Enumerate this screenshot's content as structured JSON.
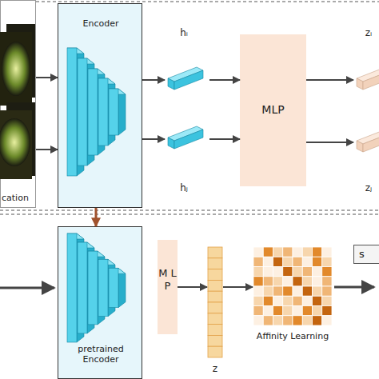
{
  "diagram": {
    "nodes": [
      {
        "text": [
          "cation"
        ]
      },
      {
        "text": [
          "Encoder"
        ]
      },
      {
        "text": [
          "hᵢ"
        ]
      },
      {
        "text": [
          "hⱼ"
        ]
      },
      {
        "text": [
          "MLP"
        ]
      },
      {
        "text": [
          "zᵢ"
        ]
      },
      {
        "text": [
          "zⱼ"
        ]
      },
      {
        "text": [
          "pretrained Encoder"
        ]
      },
      {
        "text": [
          "M L P"
        ]
      },
      {
        "text": [
          "z"
        ]
      },
      {
        "text": [
          "Affinity Learning"
        ]
      },
      {
        "text": [
          "s"
        ]
      }
    ],
    "edges": [
      {
        "from": 0,
        "to": 1,
        "arrow": "to"
      },
      {
        "from": 0,
        "to": 1,
        "arrow": "to"
      },
      {
        "from": 1,
        "to": 2,
        "arrow": "to"
      },
      {
        "from": 1,
        "to": 3,
        "arrow": "to"
      },
      {
        "from": 2,
        "to": 4,
        "arrow": "to"
      },
      {
        "from": 3,
        "to": 4,
        "arrow": "to"
      },
      {
        "from": 4,
        "to": 5,
        "arrow": "to"
      },
      {
        "from": 4,
        "to": 6,
        "arrow": "to"
      },
      {
        "from": 1,
        "to": 7,
        "arrow": "to"
      },
      {
        "from": 8,
        "to": 9,
        "arrow": "to"
      },
      {
        "from": 9,
        "to": 10,
        "arrow": "to"
      }
    ]
  }
}
